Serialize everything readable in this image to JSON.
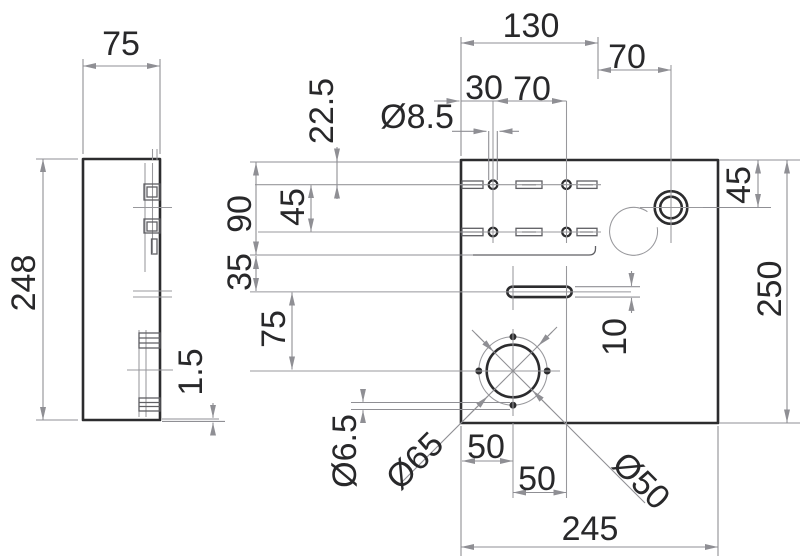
{
  "drawing": {
    "title": "two-view technical drawing of mounting plate",
    "views": {
      "left": "side-view",
      "right": "front-view"
    },
    "line_colors": {
      "outline": "#2c2c2e",
      "detail": "#5f5f63",
      "dimension": "#8f8f94"
    },
    "labels": {
      "side_width": "75",
      "side_height": "248",
      "side_thickness": "1.5",
      "top_width": "130",
      "top_offset": "70",
      "hole_offset": "30",
      "hole_pitch": "70",
      "top_hole_dia": "Ø8.5",
      "left_90": "90",
      "left_45": "45",
      "left_22_5": "22.5",
      "left_35": "35",
      "left_75": "75",
      "bolt_hole_dia": "Ø6.5",
      "bolt_circle_dia": "Ø65",
      "center_hole_dia": "Ø50",
      "bottom_50_a": "50",
      "bottom_50_b": "50",
      "bottom_width": "245",
      "right_45": "45",
      "right_height": "250",
      "slot_height": "10"
    }
  }
}
